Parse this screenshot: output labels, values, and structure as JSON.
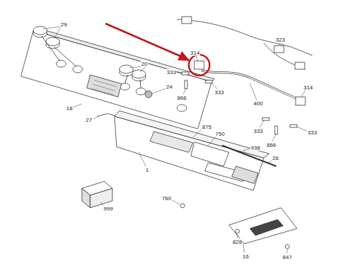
{
  "diagram": {
    "labels": [
      "29",
      "20",
      "24",
      "18",
      "27",
      "875",
      "750",
      "1",
      "938",
      "26",
      "760",
      "999",
      "828",
      "16",
      "847",
      "323",
      "314",
      "333",
      "333",
      "866",
      "400",
      "314",
      "333",
      "866",
      "333"
    ]
  }
}
